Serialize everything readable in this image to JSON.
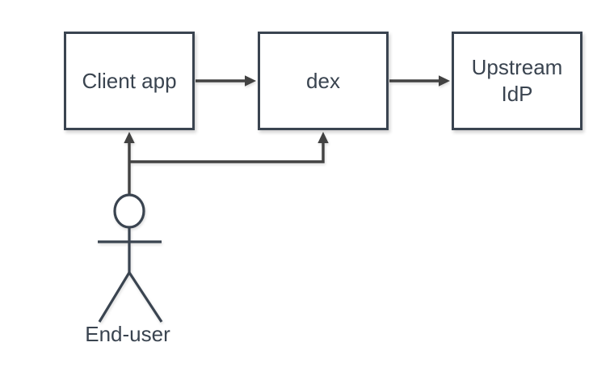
{
  "diagram": {
    "colors": {
      "node_stroke": "#3a4450",
      "node_fill": "#ffffff",
      "edge_stroke": "#424242",
      "text": "#3a4450",
      "background": "#ffffff"
    },
    "nodes": [
      {
        "id": "client-app",
        "label": "Client app"
      },
      {
        "id": "dex",
        "label": "dex"
      },
      {
        "id": "upstream-idp",
        "label": "Upstream\nIdP"
      }
    ],
    "actor": {
      "id": "end-user",
      "label": "End-user"
    },
    "edges": [
      {
        "from": "Client app",
        "to": "dex"
      },
      {
        "from": "dex",
        "to": "Upstream IdP"
      },
      {
        "from": "End-user",
        "to": "Client app"
      },
      {
        "from": "End-user",
        "to": "dex"
      }
    ]
  }
}
